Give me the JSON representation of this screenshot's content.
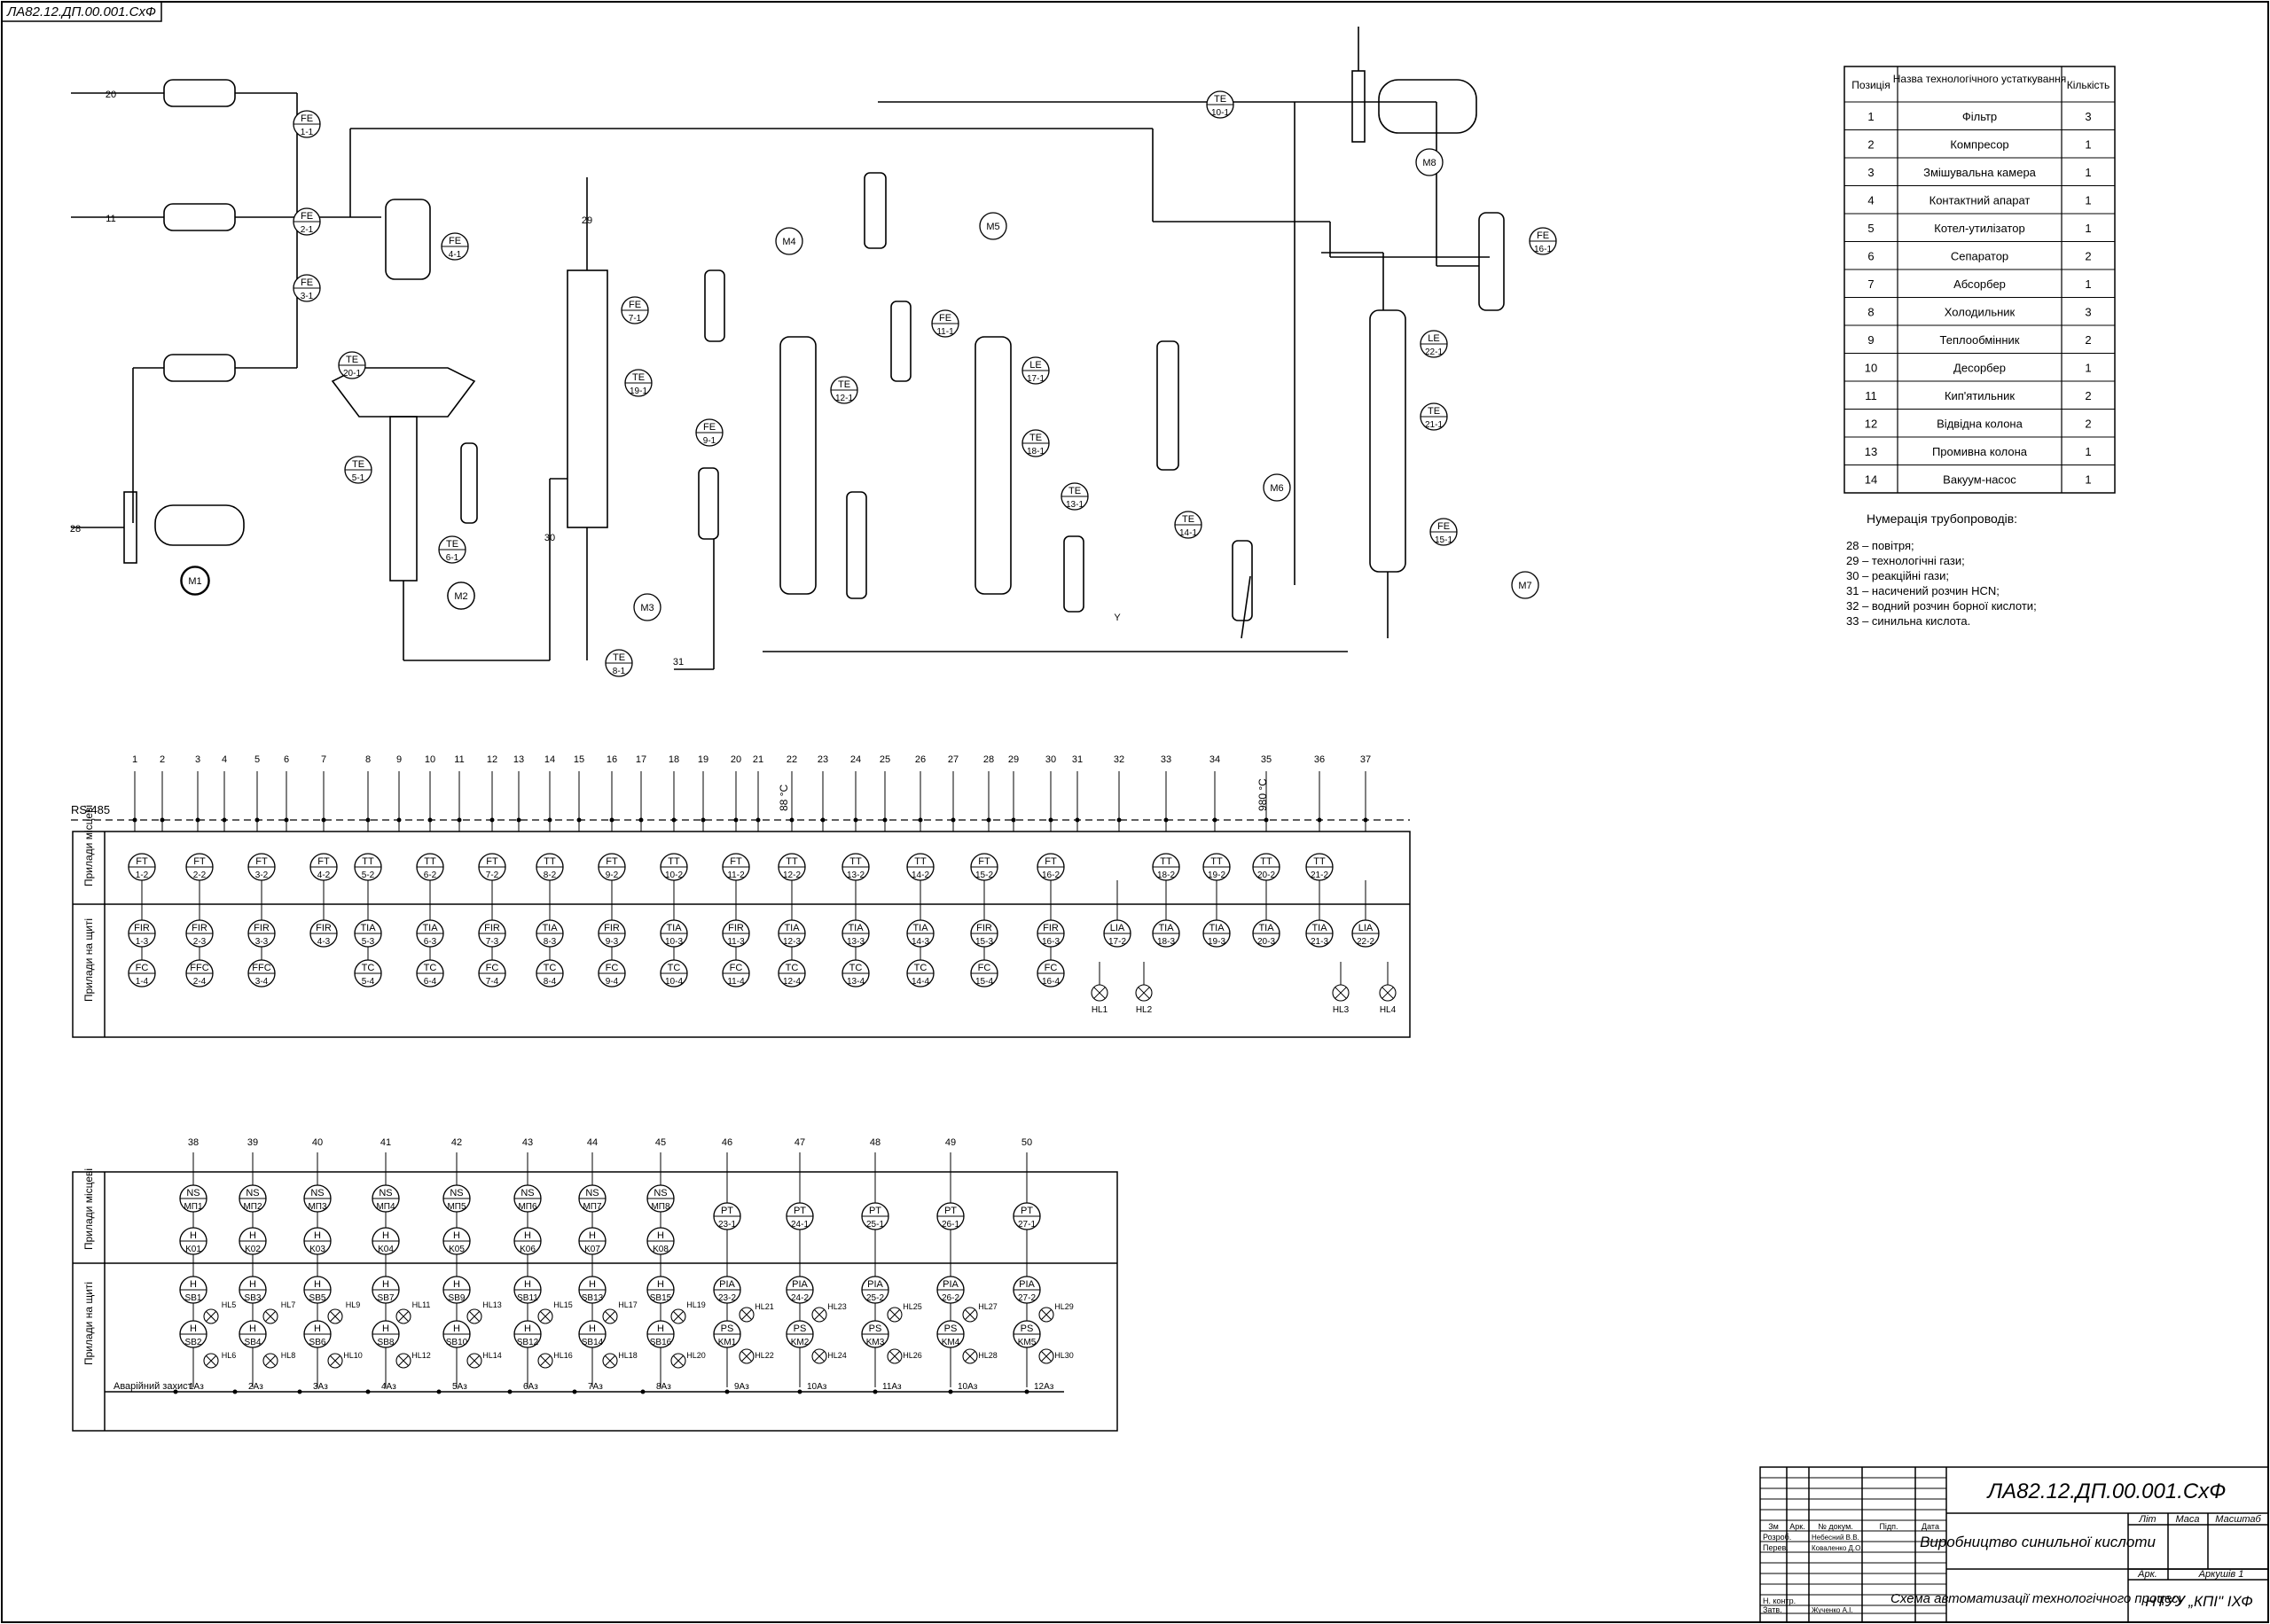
{
  "doc_code": "ЛА82.12.ДП.00.001.СхФ",
  "equipment_table": {
    "headers": [
      "Позиція",
      "Назва технологічного устаткування",
      "Кількість"
    ],
    "rows": [
      [
        "1",
        "Фільтр",
        "3"
      ],
      [
        "2",
        "Компресор",
        "1"
      ],
      [
        "3",
        "Змішувальна камера",
        "1"
      ],
      [
        "4",
        "Контактний апарат",
        "1"
      ],
      [
        "5",
        "Котел-утилізатор",
        "1"
      ],
      [
        "6",
        "Сепаратор",
        "2"
      ],
      [
        "7",
        "Абсорбер",
        "1"
      ],
      [
        "8",
        "Холодильник",
        "3"
      ],
      [
        "9",
        "Теплообмінник",
        "2"
      ],
      [
        "10",
        "Десорбер",
        "1"
      ],
      [
        "11",
        "Кип'ятильник",
        "2"
      ],
      [
        "12",
        "Відвідна колона",
        "2"
      ],
      [
        "13",
        "Промивна колона",
        "1"
      ],
      [
        "14",
        "Вакуум-насос",
        "1"
      ]
    ]
  },
  "pipeline_legend": {
    "title": "Нумерація трубопроводів:",
    "items": [
      "28 – повітря;",
      "29 – технологічні гази;",
      "30 – реакційні гази;",
      "31 – насичений розчин HCN;",
      "32 – водний розчин борної кислоти;",
      "33 – синильна кислота."
    ]
  },
  "bus_label": "RS-485",
  "row_labels": {
    "local": "Прилади місцеві",
    "panel": "Прилади на щиті",
    "emergency": "Аварійний захист"
  },
  "temps": {
    "t1": "88 °C",
    "t2": "980 °C"
  },
  "top_loops": [
    {
      "num": "1",
      "local": "FT 1-2",
      "panel": "FIR 1-3",
      "ctrl": "FC 1-4"
    },
    {
      "num": "3",
      "local": "FT 2-2",
      "panel": "FIR 2-3",
      "ctrl": "FFC 2-4"
    },
    {
      "num": "5",
      "local": "FT 3-2",
      "panel": "FIR 3-3",
      "ctrl": "FFC 3-4"
    },
    {
      "num": "7",
      "local": "FT 4-2",
      "panel": "FIR 4-3",
      "ctrl": ""
    },
    {
      "num": "8",
      "local": "TT 5-2",
      "panel": "TIA 5-3",
      "ctrl": "TC 5-4"
    },
    {
      "num": "10",
      "local": "TT 6-2",
      "panel": "TIA 6-3",
      "ctrl": "TC 6-4"
    },
    {
      "num": "12",
      "local": "FT 7-2",
      "panel": "FIR 7-3",
      "ctrl": "FC 7-4"
    },
    {
      "num": "14",
      "local": "TT 8-2",
      "panel": "TIA 8-3",
      "ctrl": "TC 8-4"
    },
    {
      "num": "16",
      "local": "FT 9-2",
      "panel": "FIR 9-3",
      "ctrl": "FC 9-4"
    },
    {
      "num": "18",
      "local": "TT 10-2",
      "panel": "TIA 10-3",
      "ctrl": "TC 10-4"
    },
    {
      "num": "20",
      "local": "FT 11-2",
      "panel": "FIR 11-3",
      "ctrl": "FC 11-4"
    },
    {
      "num": "22",
      "local": "TT 12-2",
      "panel": "TIA 12-3",
      "ctrl": "TC 12-4"
    },
    {
      "num": "24",
      "local": "TT 13-2",
      "panel": "TIA 13-3",
      "ctrl": "TC 13-4"
    },
    {
      "num": "26",
      "local": "TT 14-2",
      "panel": "TIA 14-3",
      "ctrl": "TC 14-4"
    },
    {
      "num": "28",
      "local": "FT 15-2",
      "panel": "FIR 15-3",
      "ctrl": "FC 15-4"
    },
    {
      "num": "30",
      "local": "FT 16-2",
      "panel": "FIR 16-3",
      "ctrl": "FC 16-4"
    },
    {
      "num": "32",
      "local": "",
      "panel": "LIA 17-2",
      "ctrl": ""
    },
    {
      "num": "33",
      "local": "TT 18-2",
      "panel": "TIA 18-3",
      "ctrl": ""
    },
    {
      "num": "34",
      "local": "TT 19-2",
      "panel": "TIA 19-3",
      "ctrl": ""
    },
    {
      "num": "35",
      "local": "TT 20-2",
      "panel": "TIA 20-3",
      "ctrl": ""
    },
    {
      "num": "36",
      "local": "TT 21-2",
      "panel": "TIA 21-3",
      "ctrl": ""
    },
    {
      "num": "37",
      "local": "",
      "panel": "LIA 22-2",
      "ctrl": ""
    }
  ],
  "top_numbers": [
    "1",
    "2",
    "3",
    "4",
    "5",
    "6",
    "7",
    "8",
    "9",
    "10",
    "11",
    "12",
    "13",
    "14",
    "15",
    "16",
    "17",
    "18",
    "19",
    "20",
    "21",
    "22",
    "23",
    "24",
    "25",
    "26",
    "27",
    "28",
    "29",
    "30",
    "31",
    "32",
    "33",
    "34",
    "35",
    "36",
    "37"
  ],
  "hl_top": [
    "HL1",
    "HL2",
    "HL3",
    "HL4"
  ],
  "motor_loops": [
    {
      "num": "38",
      "a": "NS МП1",
      "b": "H K01",
      "c": "H SB1",
      "d": "H SB2",
      "hl1": "HL5",
      "hl2": "HL6",
      "az": "1Аз"
    },
    {
      "num": "39",
      "a": "NS МП2",
      "b": "H K02",
      "c": "H SB3",
      "d": "H SB4",
      "hl1": "HL7",
      "hl2": "HL8",
      "az": "2Аз"
    },
    {
      "num": "40",
      "a": "NS МП3",
      "b": "H K03",
      "c": "H SB5",
      "d": "H SB6",
      "hl1": "HL9",
      "hl2": "HL10",
      "az": "3Аз"
    },
    {
      "num": "41",
      "a": "NS МП4",
      "b": "H K04",
      "c": "H SB7",
      "d": "H SB8",
      "hl1": "HL11",
      "hl2": "HL12",
      "az": "4Аз"
    },
    {
      "num": "42",
      "a": "NS МП5",
      "b": "H K05",
      "c": "H SB9",
      "d": "H SB10",
      "hl1": "HL13",
      "hl2": "HL14",
      "az": "5Аз"
    },
    {
      "num": "43",
      "a": "NS МП6",
      "b": "H K06",
      "c": "H SB11",
      "d": "H SB12",
      "hl1": "HL15",
      "hl2": "HL16",
      "az": "6Аз"
    },
    {
      "num": "44",
      "a": "NS МП7",
      "b": "H K07",
      "c": "H SB13",
      "d": "H SB14",
      "hl1": "HL17",
      "hl2": "HL18",
      "az": "7Аз"
    },
    {
      "num": "45",
      "a": "NS МП8",
      "b": "H K08",
      "c": "H SB15",
      "d": "H SB16",
      "hl1": "HL19",
      "hl2": "HL20",
      "az": "8Аз"
    }
  ],
  "pressure_loops": [
    {
      "num": "46",
      "a": "PT 23-1",
      "c": "PIA 23-2",
      "d": "PS KM1",
      "hl1": "HL21",
      "hl2": "HL22",
      "az": "9Аз"
    },
    {
      "num": "47",
      "a": "PT 24-1",
      "c": "PIA 24-2",
      "d": "PS KM2",
      "hl1": "HL23",
      "hl2": "HL24",
      "az": "10Аз"
    },
    {
      "num": "48",
      "a": "PT 25-1",
      "c": "PIA 25-2",
      "d": "PS KM3",
      "hl1": "HL25",
      "hl2": "HL26",
      "az": "11Аз"
    },
    {
      "num": "49",
      "a": "PT 26-1",
      "c": "PIA 26-2",
      "d": "PS KM4",
      "hl1": "HL27",
      "hl2": "HL28",
      "az": "10Аз"
    },
    {
      "num": "50",
      "a": "PT 27-1",
      "c": "PIA 27-2",
      "d": "PS KM5",
      "hl1": "HL29",
      "hl2": "HL30",
      "az": "12Аз"
    }
  ],
  "pid": {
    "instruments": [
      {
        "t": "FE 1-1"
      },
      {
        "t": "FE 2-1"
      },
      {
        "t": "FE 3-1"
      },
      {
        "t": "FE 4-1"
      },
      {
        "t": "TE 20-1"
      },
      {
        "t": "TE 5-1"
      },
      {
        "t": "TE 6-1"
      },
      {
        "t": "FE 7-1"
      },
      {
        "t": "TE 19-1"
      },
      {
        "t": "FE 9-1"
      },
      {
        "t": "TE 8-1"
      },
      {
        "t": "TE 10-1"
      },
      {
        "t": "TE 12-1"
      },
      {
        "t": "FE 11-1"
      },
      {
        "t": "LE 17-1"
      },
      {
        "t": "TE 18-1"
      },
      {
        "t": "TE 13-1"
      },
      {
        "t": "TE 14-1"
      },
      {
        "t": "LE 22-1"
      },
      {
        "t": "TE 21-1"
      },
      {
        "t": "FE 15-1"
      },
      {
        "t": "FE 16-1"
      }
    ],
    "motors": [
      "M1",
      "M2",
      "M3",
      "M4",
      "M5",
      "M6",
      "M7",
      "M8"
    ],
    "labels": [
      "20",
      "11",
      "28",
      "29",
      "30",
      "31",
      "Y"
    ]
  },
  "title_block": {
    "code": "ЛА82.12.ДП.00.001.СхФ",
    "project": "Виробництво синильної кислоти",
    "sheet_title": "Схема автоматизації технологічного процесу",
    "org": "НТУУ „КПІ\" ІХФ",
    "col_headers": [
      "Зм",
      "Арк.",
      "№ докум.",
      "Підп.",
      "Дата"
    ],
    "roles": [
      {
        "role": "Розроб.",
        "name": "Небесний В.В."
      },
      {
        "role": "Перев.",
        "name": "Коваленко Д.О."
      },
      {
        "role": "Н. контр.",
        "name": ""
      },
      {
        "role": "Затв.",
        "name": "Жученко А.І."
      }
    ],
    "lit": "Літ",
    "mass": "Маса",
    "scale": "Масштаб",
    "sheet": "Арк.",
    "sheets": "Аркушів 1"
  }
}
